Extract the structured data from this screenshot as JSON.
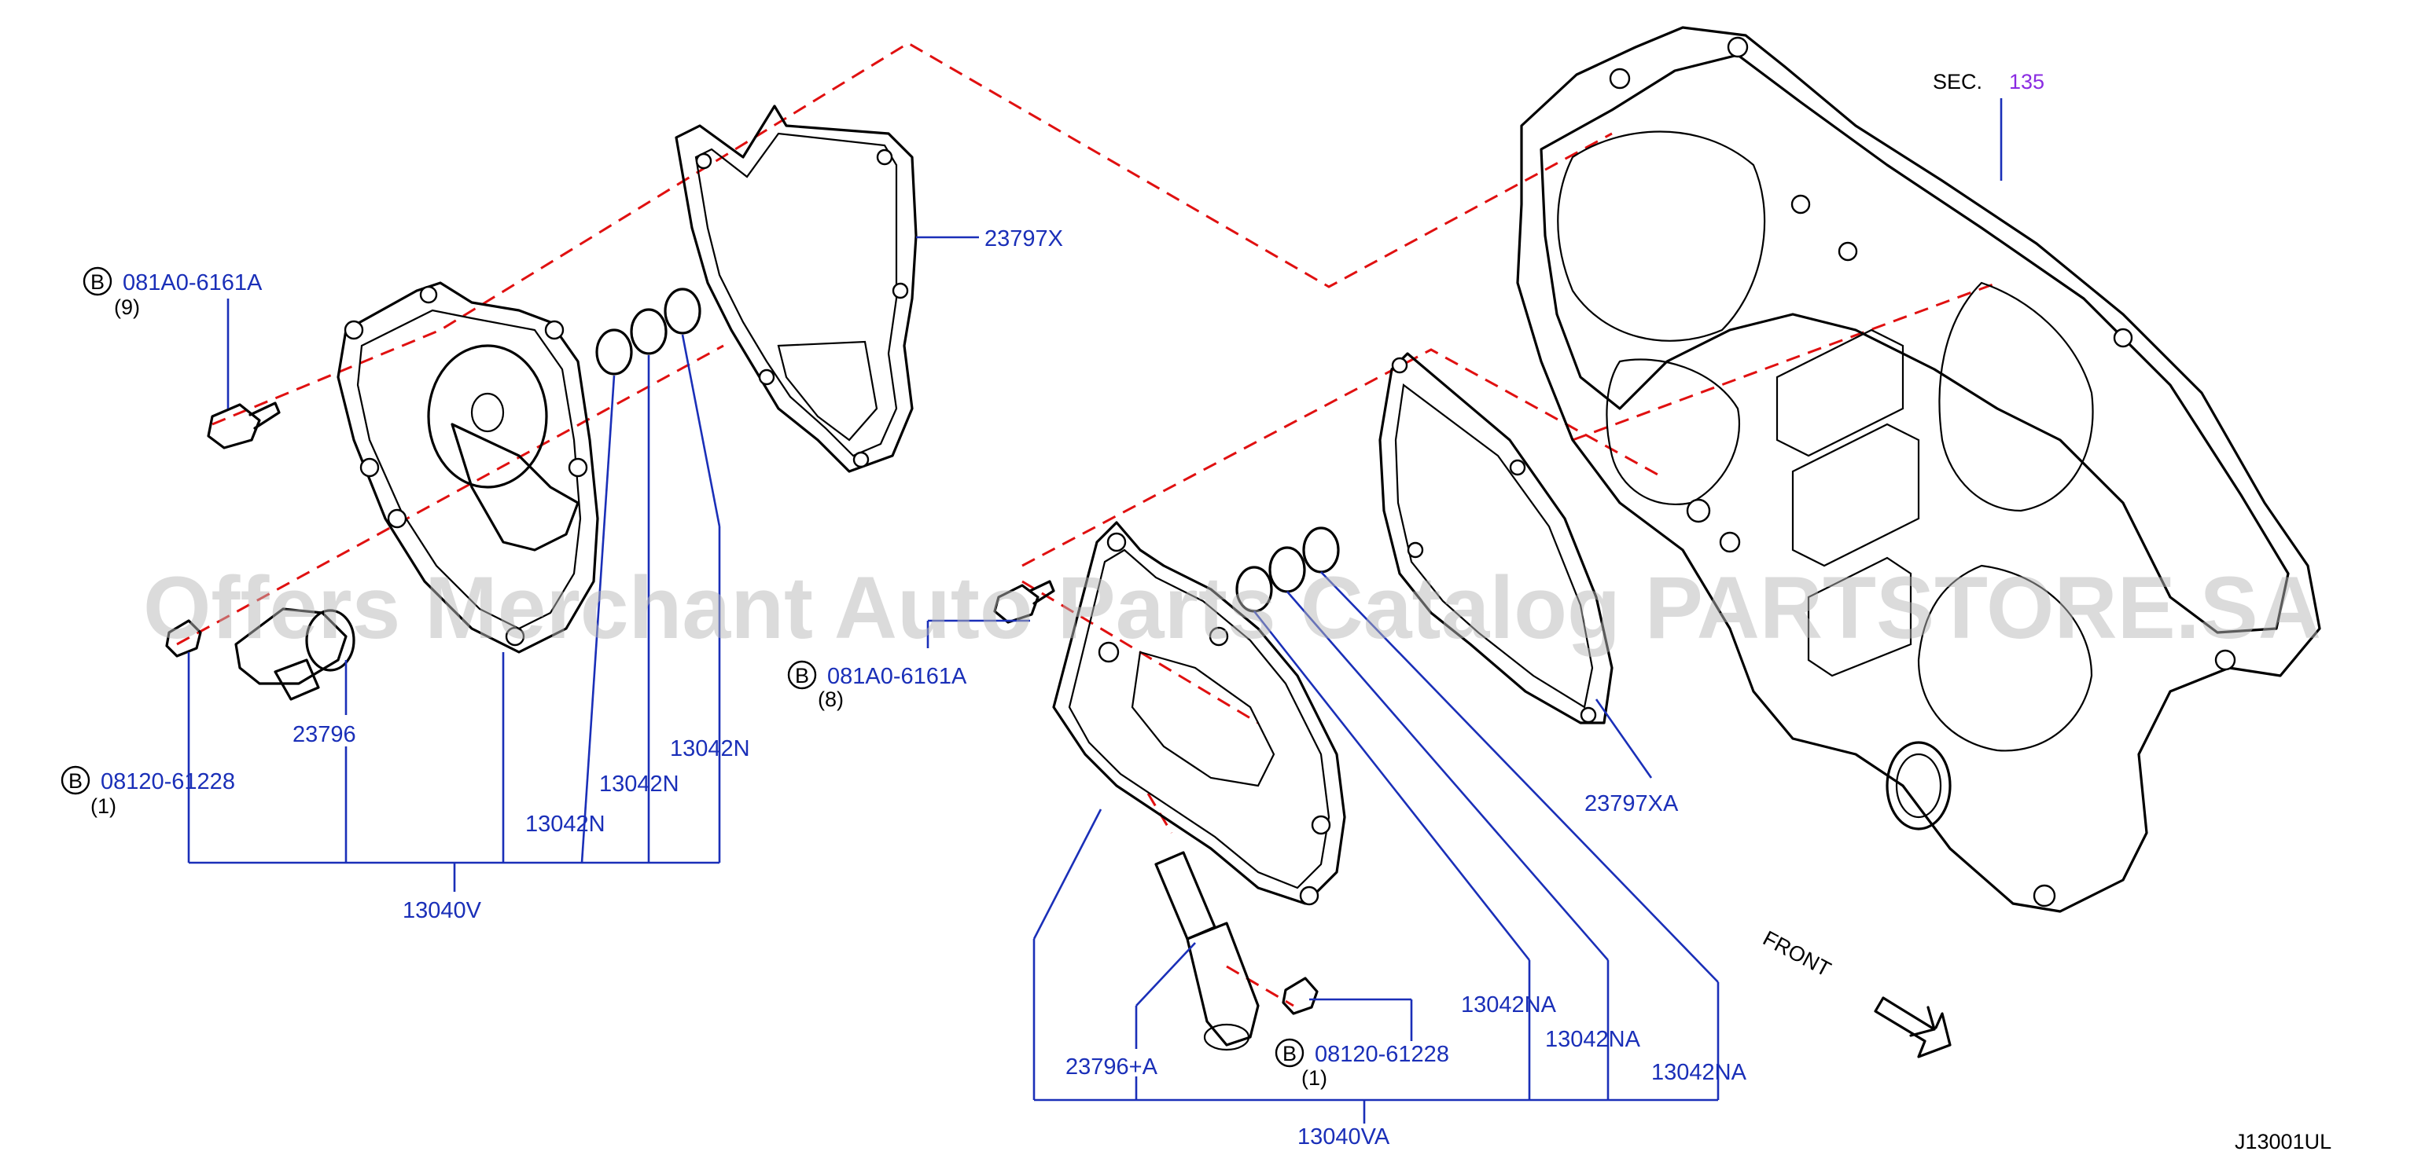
{
  "section": {
    "prefix": "SEC.",
    "number": "135"
  },
  "watermark": "Offers Merchant Auto Parts Catalog PARTSTORE.SA",
  "diagram_id": "J13001UL",
  "front_label": "FRONT",
  "labels": {
    "gasket_upper": "23797X",
    "gasket_lower": "23797XA",
    "bolt_upper_code": "081A0-6161A",
    "bolt_upper_qty": "(9)",
    "bolt_lower_code": "081A0-6161A",
    "bolt_lower_qty": "(8)",
    "screw_upper_code": "08120-61228",
    "screw_upper_qty": "(1)",
    "screw_lower_code": "08120-61228",
    "screw_lower_qty": "(1)",
    "solenoid_upper": "23796",
    "solenoid_lower": "23796+A",
    "oring_upper_1": "13042N",
    "oring_upper_2": "13042N",
    "oring_upper_3": "13042N",
    "oring_lower_1": "13042NA",
    "oring_lower_2": "13042NA",
    "oring_lower_3": "13042NA",
    "assy_upper": "13040V",
    "assy_lower": "13040VA",
    "bolt_badge": "B"
  }
}
